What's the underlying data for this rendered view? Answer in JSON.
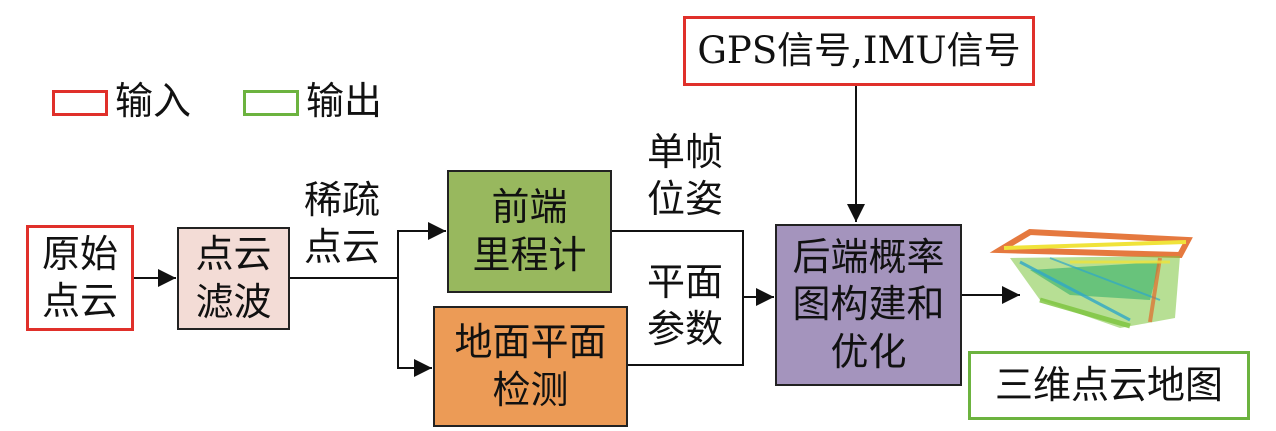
{
  "legend": {
    "input_label": "输入",
    "output_label": "输出",
    "input_color": "#e0302a",
    "output_color": "#6cb33f"
  },
  "nodes": {
    "raw_cloud": {
      "lines": [
        "原始",
        "点云"
      ],
      "border": "#e0302a",
      "fill": "#ffffff"
    },
    "filter": {
      "lines": [
        "点云",
        "滤波"
      ],
      "fill": "#f3dcd6"
    },
    "frontend": {
      "lines": [
        "前端",
        "里程计"
      ],
      "fill": "#98b85e"
    },
    "ground": {
      "lines": [
        "地面平面",
        "检测"
      ],
      "fill": "#ec9b56"
    },
    "gps_imu": {
      "text": "GPS信号,IMU信号",
      "border": "#e0302a"
    },
    "backend": {
      "lines": [
        "后端概率",
        "图构建和",
        "优化"
      ],
      "fill": "#a494bd"
    },
    "map": {
      "text": "三维点云地图",
      "border": "#6cb33f"
    }
  },
  "edge_labels": {
    "sparse": [
      "稀疏",
      "点云"
    ],
    "pose": [
      "单帧",
      "位姿"
    ],
    "plane": [
      "平面",
      "参数"
    ]
  },
  "map_image": {
    "icon": "point-cloud-map-icon",
    "colors": [
      "#f0e33a",
      "#e26a2a",
      "#7cc43c",
      "#33b06a",
      "#2fa8c8"
    ]
  }
}
